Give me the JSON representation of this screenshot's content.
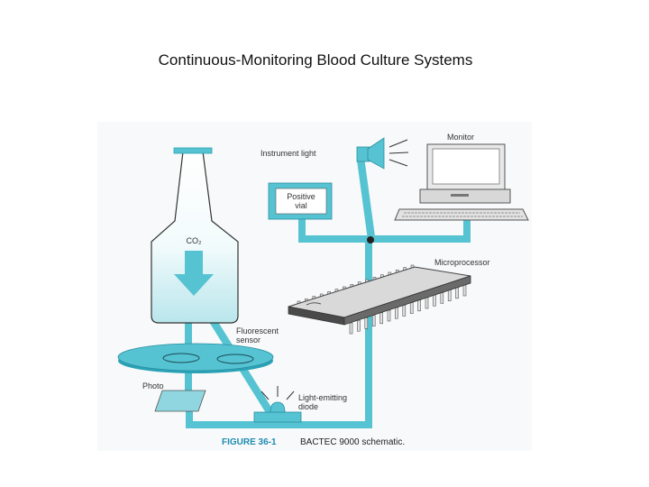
{
  "slide": {
    "title": "Continuous-Monitoring Blood Culture Systems"
  },
  "labels": {
    "instrument_light": "Instrument light",
    "monitor": "Monitor",
    "positive_vial_line1": "Positive",
    "positive_vial_line2": "vial",
    "co2": "CO₂",
    "microprocessor": "Microprocessor",
    "fluorescent_sensor_line1": "Fluorescent",
    "fluorescent_sensor_line2": "sensor",
    "photo": "Photo",
    "led_line1": "Light-emitting",
    "led_line2": "diode"
  },
  "caption": {
    "number": "FIGURE 36-1",
    "text": "BACTEC 9000 schematic."
  },
  "colors": {
    "teal": "#56c3d2",
    "teal_dark": "#2aa2b6",
    "gray": "#8a8a8a",
    "chip_dark": "#4a4a4a"
  }
}
